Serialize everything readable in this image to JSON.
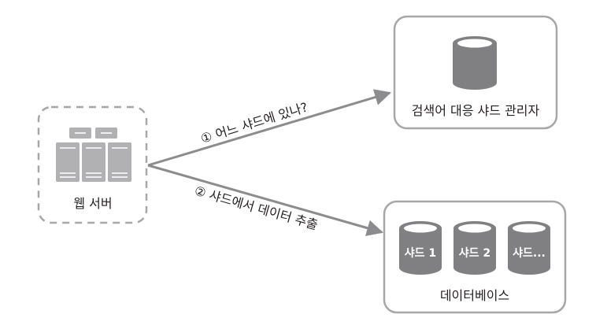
{
  "web_server": {
    "label": "웹 서버"
  },
  "shard_manager": {
    "label": "검색어 대응 샤드 관리자"
  },
  "database": {
    "label": "데이터베이스",
    "shards": [
      "샤드 1",
      "샤드 2",
      "샤드..."
    ]
  },
  "arrows": {
    "step1": "① 어느 샤드에 있나?",
    "step2": "② 샤드에서 데이터 추출"
  },
  "colors": {
    "line": "#8c8c8e",
    "box": "#a7a7a9",
    "db": "#808083",
    "server": "#b1b1b3",
    "text": "#231f20"
  }
}
